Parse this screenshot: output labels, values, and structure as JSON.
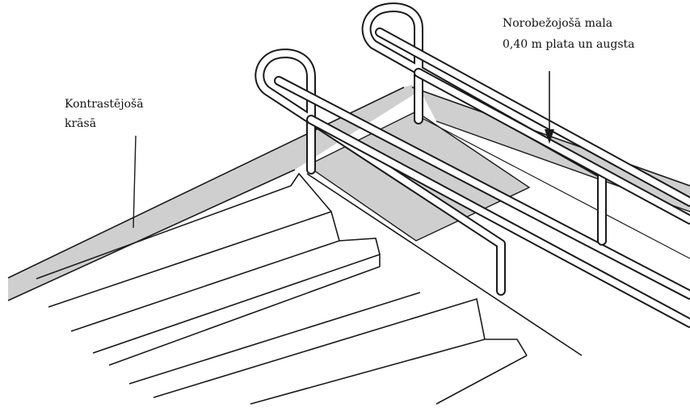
{
  "labels": {
    "contrast_edge_line1": "Kontrastējošā",
    "contrast_edge_line2": "krāsā",
    "edge_line1": "Norobežojošā mala",
    "edge_line2": "0,40 m plata un augsta"
  },
  "colors": {
    "shade": "#cfcfcf",
    "ink": "#1a1a1a",
    "background": "#ffffff"
  }
}
